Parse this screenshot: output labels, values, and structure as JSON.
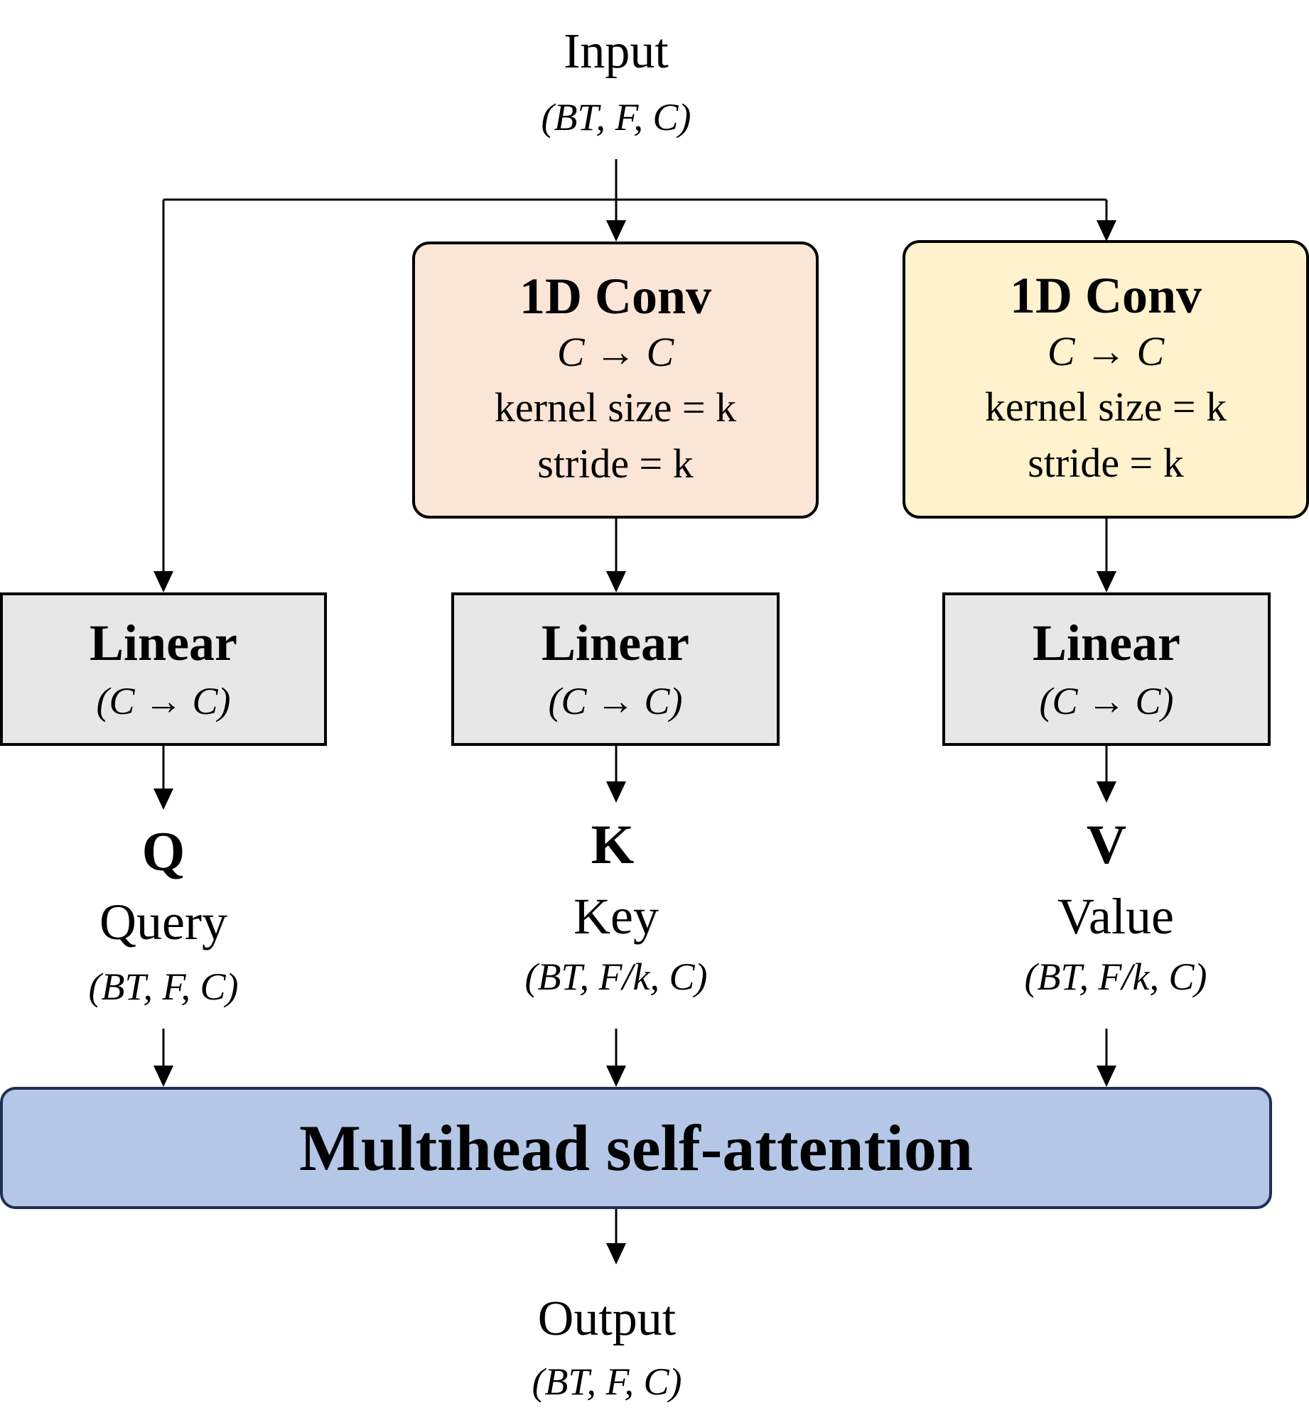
{
  "input": {
    "title": "Input",
    "shape": "(BT, F, C)"
  },
  "output": {
    "title": "Output",
    "shape": "(BT, F, C)"
  },
  "conv_key": {
    "title": "1D Conv",
    "map": "C → C",
    "kernel": "kernel size = k",
    "stride": "stride = k",
    "fill": "#fbe5d6"
  },
  "conv_value": {
    "title": "1D Conv",
    "map": "C → C",
    "kernel": "kernel size = k",
    "stride": "stride = k",
    "fill": "#fff2cc"
  },
  "linear_query": {
    "title": "Linear",
    "map": "(C → C)"
  },
  "linear_key": {
    "title": "Linear",
    "map": "(C → C)"
  },
  "linear_value": {
    "title": "Linear",
    "map": "(C → C)"
  },
  "query": {
    "letter": "Q",
    "name": "Query",
    "shape": "(BT, F, C)"
  },
  "key": {
    "letter": "K",
    "name": "Key",
    "shape": "(BT, F/k, C)"
  },
  "value": {
    "letter": "V",
    "name": "Value",
    "shape": "(BT, F/k, C)"
  },
  "attention": {
    "title": "Multihead self-attention",
    "fill": "#b4c7e7"
  }
}
